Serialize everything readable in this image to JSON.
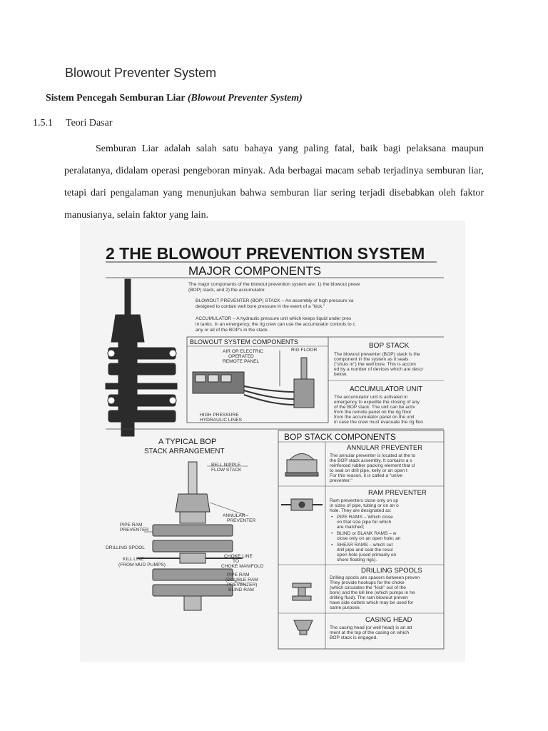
{
  "page": {
    "title": "Blowout Preventer System",
    "subheading_plain": "Sistem Pencegah Semburan Liar ",
    "subheading_italic": "(Blowout Preventer System)",
    "section_number": "1.5.1",
    "section_title": "Teori  Dasar",
    "paragraph": "Semburan Liar adalah salah satu bahaya yang paling fatal, baik bagi pelaksana maupun peralatanya, didalam operasi pengeboran minyak. Ada berbagai macam sebab terjadinya semburan liar, tetapi dari pengalaman yang menunjukan bahwa semburan liar sering terjadi disebabkan oleh faktor manusianya, selain faktor yang lain."
  },
  "figure": {
    "main_title": "2 THE BLOWOUT PREVENTION SYSTEM",
    "subtitle": "MAJOR COMPONENTS",
    "intro": [
      "The major components of the blowout prevention system are: 1) the blowout preve",
      "(BOP) stack, and 2) the accumulator."
    ],
    "bop_def": [
      "BLOWOUT PREVENTER (BOP) STACK – An assembly of high pressure va",
      "designed to contain well bore pressure in the event of a \"kick.\""
    ],
    "acc_def": [
      "ACCUMULATOR – A hydraulic pressure unit which keeps liquid under pres",
      "in tanks. In an emergency, the rig crew can use the accumulator controls to c",
      "any or all of the BOP's in the stack."
    ],
    "system_box_title": "BLOWOUT SYSTEM COMPONENTS",
    "label_air": [
      "AIR OR ELECTRIC",
      "OPERATED",
      "REMOTE PANEL"
    ],
    "label_rig_floor": "RIG FLOOR",
    "label_high_pressure": [
      "HIGH PRESSURE",
      "HYDRAULIC LINES"
    ],
    "bop_stack_heading": "BOP STACK",
    "bop_stack_text": [
      "The blowout preventer (BOP) stack is the",
      "component in the system as it seals",
      "(\"shuts in\") the well bore. This is accom",
      "ed by a number of devices which are descr",
      "below."
    ],
    "acc_unit_heading": "ACCUMULATOR UNIT",
    "acc_unit_text": [
      "The accumulator unit is activated in",
      "emergency to expedite the closing of any",
      "of the BOP stack. The unit can be activ",
      "from the remote panel on the rig floor",
      "from the accumulator panel on the unit",
      "in case the crew must evacuate the rig floo"
    ],
    "typical_heading": [
      "A TYPICAL BOP",
      "STACK ARRANGEMENT"
    ],
    "label_bell_nipple": [
      "BELL NIPPLE",
      "FLOW STACK"
    ],
    "label_annular": [
      "ANNULAR",
      "PREVENTER"
    ],
    "label_pipe_ram": [
      "PIPE RAM",
      "PREVENTER"
    ],
    "label_drilling_spool": "DRILLING SPOOL",
    "label_kill_line": [
      "KILL LINE",
      "(FROM MUD PUMPS)"
    ],
    "label_choke_line": [
      "CHOKE LINE",
      "TO",
      "CHOKE MANIFOLD"
    ],
    "label_double_ram": [
      "PIPE RAM",
      "(DOUBLE RAM",
      "PREVENTER)",
      "BLIND RAM"
    ],
    "components_heading": "BOP STACK COMPONENTS",
    "annular_heading": "ANNULAR PREVENTER",
    "annular_text": [
      "The annular preventer is located at the to",
      "the BOP stack assembly. It contains a s",
      "reinforced rubber packing element that cl",
      "to seal on drill pipe, kelly or an open t",
      "For this reason, it is called a \"unive",
      "preventer.\""
    ],
    "ram_heading": "RAM PREVENTER",
    "ram_text": [
      "Ram preventers close only on sp",
      "in sizes of pipe, tubing or on an o",
      "hole. They are designated as:"
    ],
    "ram_items": [
      [
        "PIPE RAMS – Which close",
        "on that size pipe for which",
        "are matched;"
      ],
      [
        "BLIND or BLANK RAMS – w",
        "close only on an open hole; an"
      ],
      [
        "SHEAR RAMS – which cut",
        "drill pipe and seal the resul",
        "open hole (used primarily on",
        "shore floating rigs)."
      ]
    ],
    "spools_heading": "DRILLING SPOOLS",
    "spools_text": [
      "Drilling spools are spacers between preven",
      "They provide hookups for the choke",
      "(which circulates the \"kick\" out of the",
      "bore) and the kill line (which pumps in he",
      "drilling fluid). The ram blowout preven",
      "have side outlets which may be used for",
      "same purpose."
    ],
    "casing_heading": "CASING HEAD",
    "casing_text": [
      "The casing head (or well head) is an att",
      "ment at the top of the casing on which",
      "BOP stack is engaged."
    ]
  }
}
